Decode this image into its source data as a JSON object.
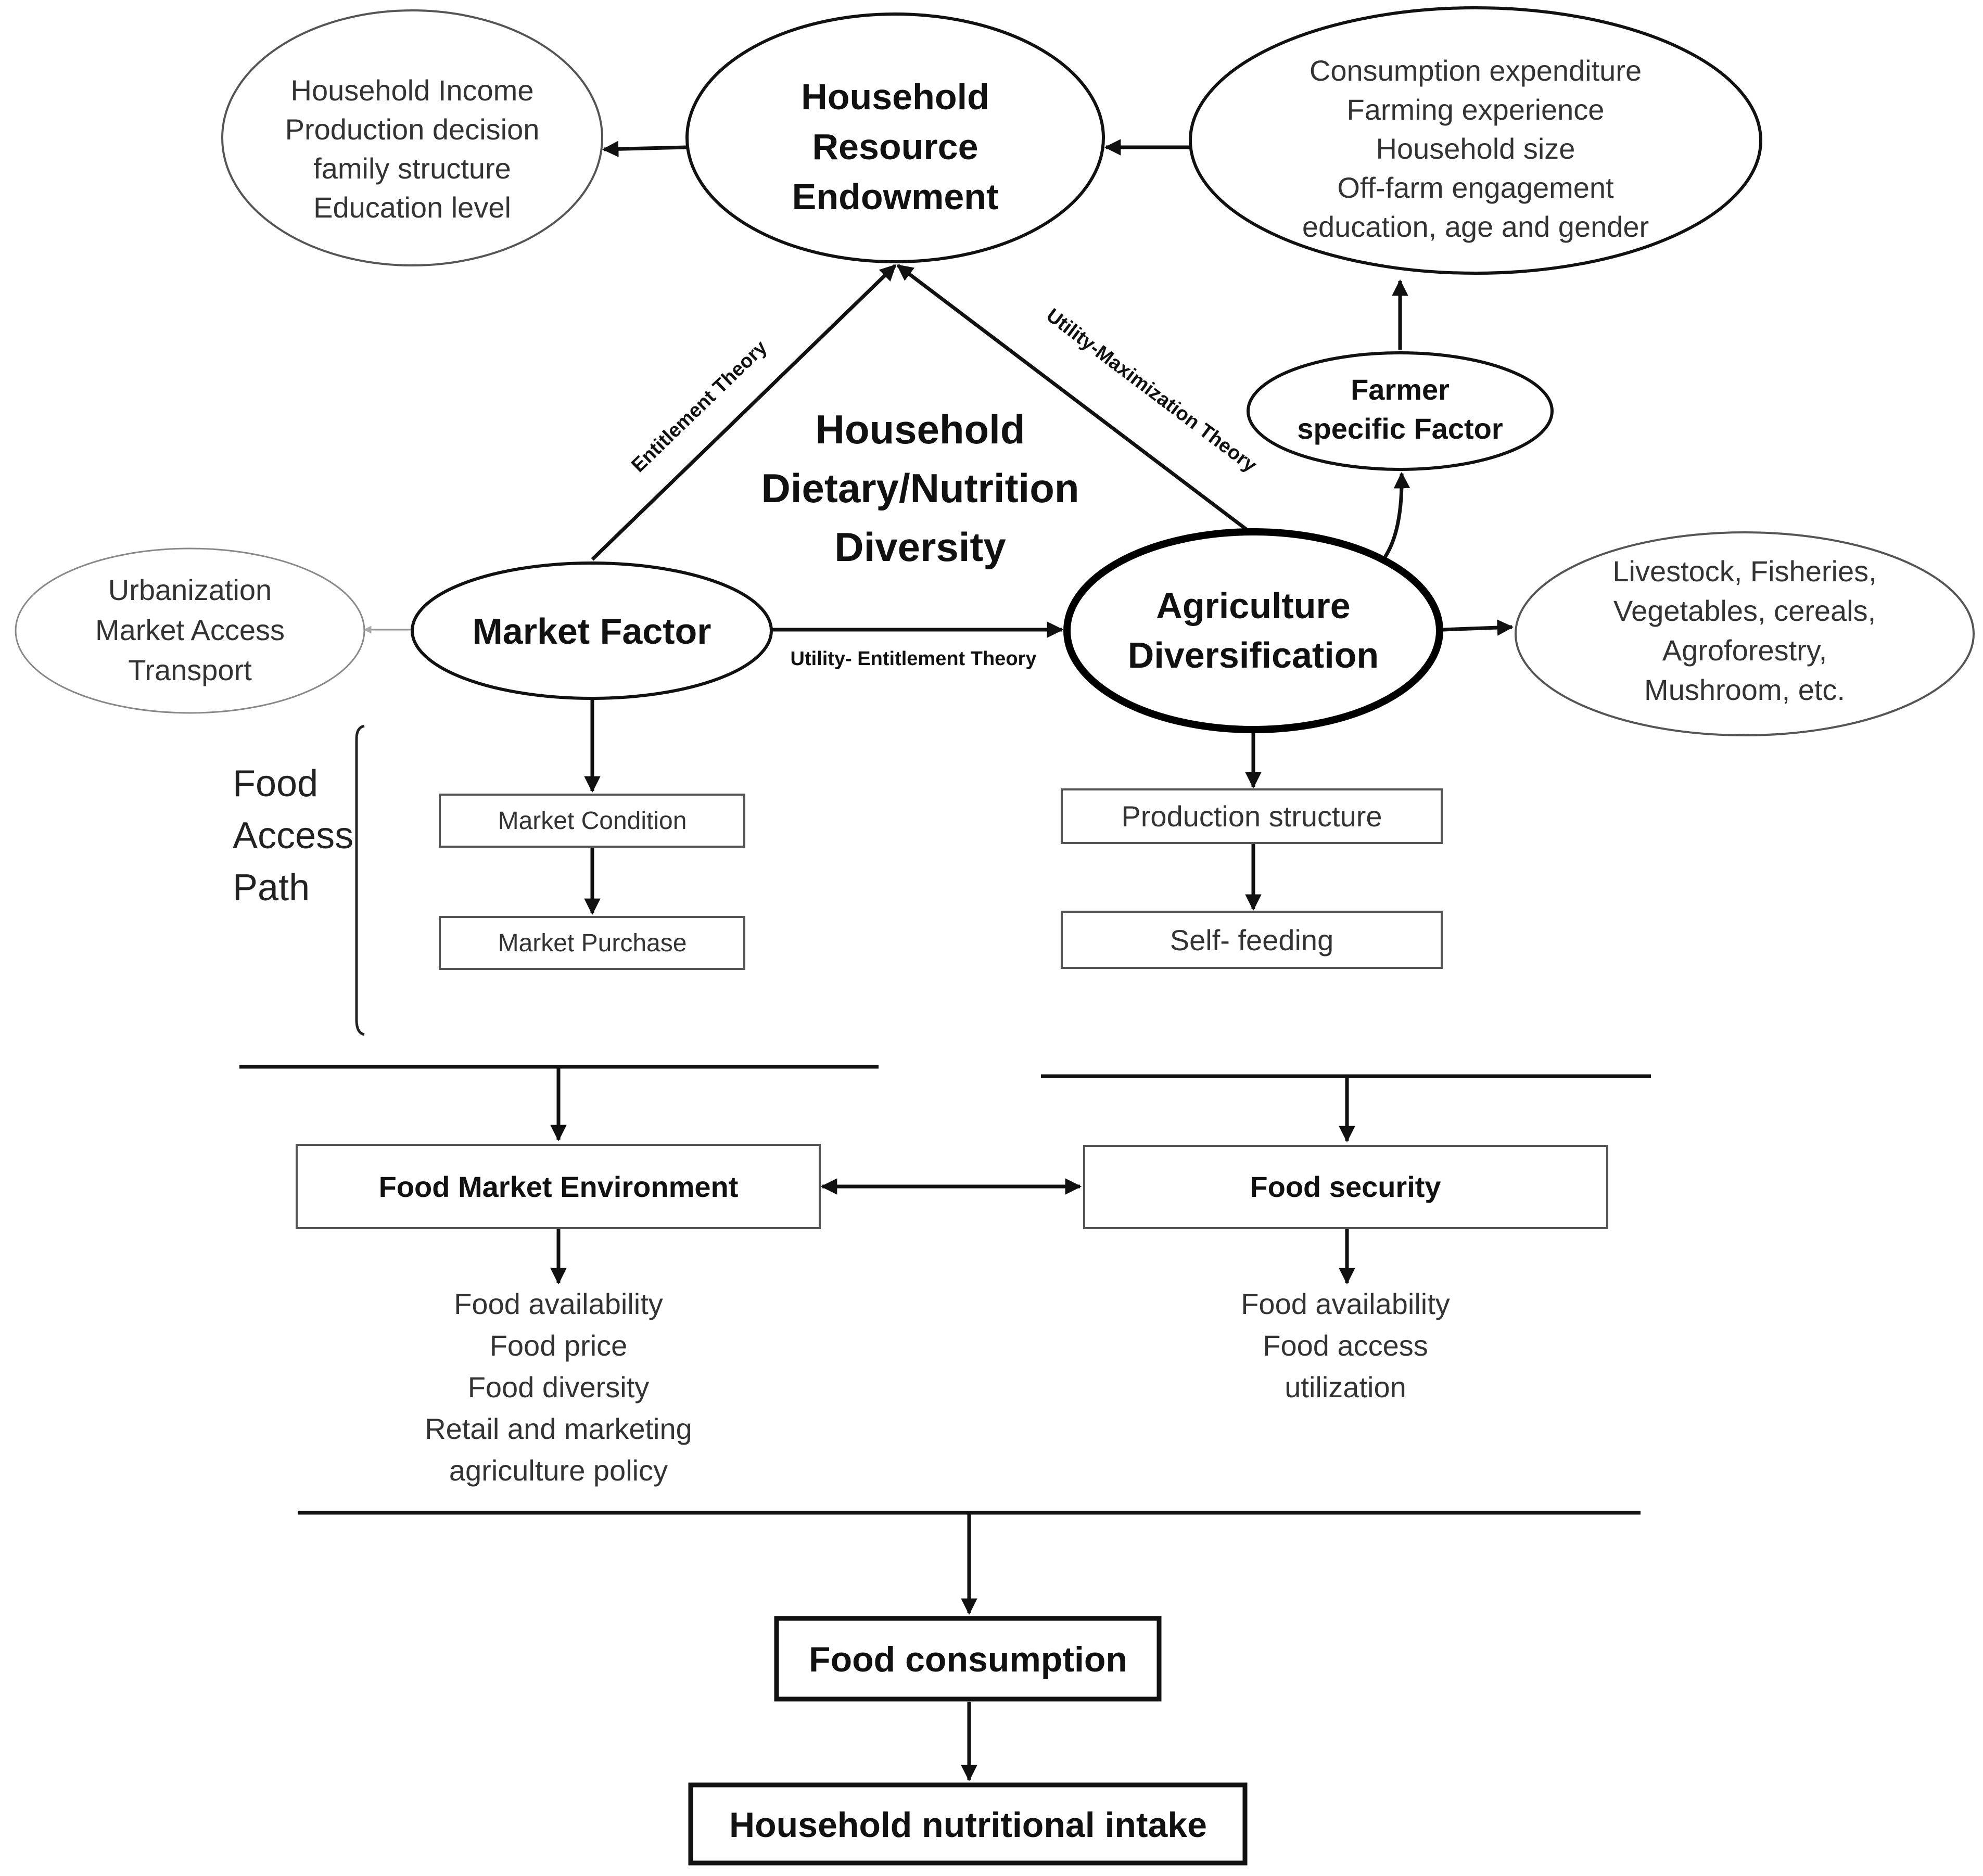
{
  "center_title": [
    "Household",
    "Dietary/Nutrition",
    "Diversity"
  ],
  "resource_node": [
    "Household",
    "Resource",
    "Endowment"
  ],
  "resource_outcomes": [
    "Household Income",
    "Production decision",
    "family structure",
    "Education level"
  ],
  "farmer_attributes": [
    "Consumption expenditure",
    "Farming experience",
    "Household size",
    "Off-farm engagement",
    "education, age and gender"
  ],
  "farmer_factor": [
    "Farmer",
    "specific Factor"
  ],
  "market_factor": "Market Factor",
  "market_context": [
    "Urbanization",
    "Market Access",
    "Transport"
  ],
  "agri_node": [
    "Agriculture",
    "Diversification"
  ],
  "agri_types": [
    "Livestock, Fisheries,",
    "Vegetables,  cereals,",
    "Agroforestry,",
    "Mushroom,  etc."
  ],
  "theories": {
    "entitlement": "Entitlement Theory",
    "utility_max": "Utility-Maximization Theory",
    "utility_entitlement": "Utility- Entitlement Theory"
  },
  "food_access_path": [
    "Food",
    "Access",
    "Path"
  ],
  "market_boxes": [
    "Market Condition",
    "Market Purchase"
  ],
  "agri_boxes": [
    "Production structure",
    "Self- feeding"
  ],
  "food_market_env": {
    "label": "Food Market Environment",
    "items": [
      "Food availability",
      "Food price",
      "Food diversity",
      "Retail and marketing",
      "agriculture policy"
    ]
  },
  "food_security": {
    "label": "Food security",
    "items": [
      "Food availability",
      "Food access",
      "utilization"
    ]
  },
  "food_consumption": "Food consumption",
  "nutritional_intake": "Household nutritional intake"
}
